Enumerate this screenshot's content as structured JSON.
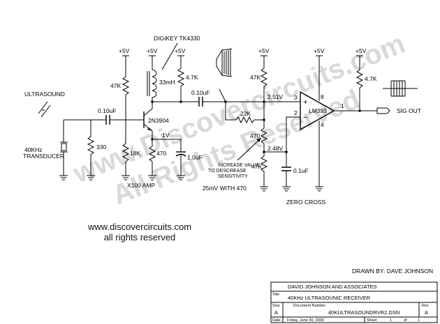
{
  "watermark": {
    "line1": "www.Discovercircuits.com",
    "line2": "All Rights Reserved"
  },
  "labels": {
    "ultrasound": "ULTRASOUND",
    "transducer_freq": "40KHz",
    "transducer": "TRANSDUCER",
    "c1": "0.10uF",
    "r_330": "330",
    "r_47k_bias": "47K",
    "r_18k": "18K",
    "inductor_part": "DIGIKEY TK4330",
    "inductor_value": "33mH",
    "transistor": "2N3904",
    "r_4k7_col": "4.7K",
    "emitter_voltage": "1V",
    "r_470_emitter": "470",
    "c_emitter": "1.0uF",
    "amp_gain": "X100 AMP",
    "c2": "0.10uF",
    "r_22k": "22K",
    "r_470_pot": "470",
    "adjust_note_1": "INCREASE VALUE",
    "adjust_note_2": "TO DESCREASE",
    "adjust_note_3": "SENSITIVITY",
    "adjust_note_4": "25mV WITH 470",
    "r_47k_top": "47K",
    "r_47k_bottom": "47K",
    "c_ref": "0.1uF",
    "v_plus_in": "2.51V",
    "v_minus_in": "2.48V",
    "zero_cross": "ZERO CROSS",
    "comparator": "LM393",
    "pin3": "3",
    "pin2": "2",
    "pin8": "8",
    "pin4": "4",
    "pin1": "1",
    "r_pullup": "4.7K",
    "sig_out": "SIG OUT",
    "supply": "+5V"
  },
  "credit": {
    "line1": "www.discovercircuits.com",
    "line2": "all rights reserved"
  },
  "drawn_by": "DRAWN BY: DAVE JOHNSON",
  "title_block": {
    "company": "DAVID JOHNSON AND ASSOCIATES",
    "title_hdr": "Title",
    "title": "40KHz ULTRASOUNIC RECEIVER",
    "size_hdr": "Size",
    "size": "A",
    "docnum_hdr": "Document Number",
    "docnum": "40KULTRASOUNDRVR2.DSN",
    "rev_hdr": "Rev",
    "rev": "A",
    "date_hdr": "Date:",
    "date": "Friday, June 30, 2006",
    "sheet_hdr": "Sheet",
    "sheet": "1",
    "of": "of",
    "sheets": "1"
  }
}
